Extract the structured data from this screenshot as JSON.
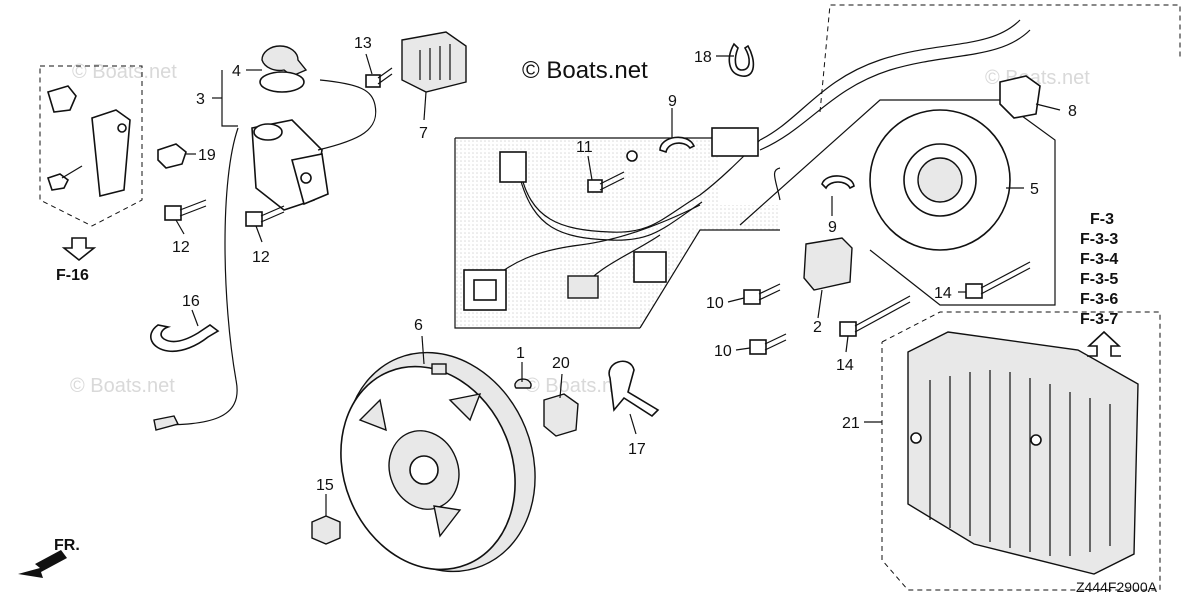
{
  "brand": {
    "copyright": "© Boats.net",
    "watermark": "© Boats.net"
  },
  "diagram_code": "Z444F2900A",
  "front_label": "FR.",
  "references": {
    "left": "F-16",
    "right": [
      "F-3",
      "F-3-3",
      "F-3-4",
      "F-3-5",
      "F-3-6",
      "F-3-7"
    ]
  },
  "callouts": [
    "1",
    "2",
    "3",
    "4",
    "5",
    "6",
    "7",
    "8",
    "9",
    "9",
    "10",
    "10",
    "11",
    "12",
    "12",
    "13",
    "14",
    "14",
    "15",
    "16",
    "17",
    "18",
    "19",
    "20",
    "21"
  ]
}
